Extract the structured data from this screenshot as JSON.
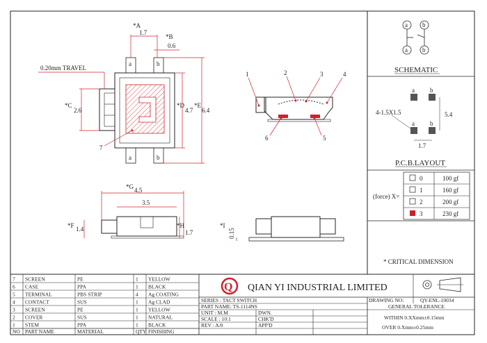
{
  "top_view": {
    "dim_a": "*A",
    "dim_a_val": "1.7",
    "dim_b": "*B",
    "dim_b_val": "0.6",
    "travel": "0.20mm TRAVEL",
    "dim_c": "*C",
    "dim_c_val": "2.6",
    "dim_d": "*D",
    "dim_d_val": "4.7",
    "dim_e": "*E",
    "dim_e_val": "6.4",
    "pin_a": "a",
    "pin_b": "b",
    "callout_7": "7"
  },
  "side_view": {
    "dim_g": "*G",
    "dim_g_val": "4.5",
    "dim_35": "3.5",
    "dim_f": "*F",
    "dim_f_val": "1.4",
    "dim_h": "*H",
    "dim_h_val": "1.7",
    "dim_i": "*I",
    "dim_i_val": "0.15"
  },
  "section_view": {
    "callouts": [
      "1",
      "2",
      "3",
      "4",
      "5",
      "6"
    ]
  },
  "schematic": {
    "title": "SCHEMATIC",
    "pins": [
      "a",
      "b",
      "a",
      "b"
    ]
  },
  "pcb": {
    "title": "P.C.B.LAYOUT",
    "holes": "4-1.5X1.5",
    "height": "5.4",
    "width": "1.7",
    "pads": [
      "a",
      "b"
    ]
  },
  "force": {
    "label": "(force) X=",
    "options": [
      {
        "n": "0",
        "val": "100 gf",
        "checked": false
      },
      {
        "n": "1",
        "val": "160 gf",
        "checked": false
      },
      {
        "n": "2",
        "val": "200 gf",
        "checked": false
      },
      {
        "n": "3",
        "val": "230 gf",
        "checked": true
      }
    ]
  },
  "critical": "* CRITICAL DIMENSION",
  "bom": [
    {
      "no": "7",
      "part": "SCREEN",
      "mat": "PE",
      "qty": "1",
      "finish": "YELLOW"
    },
    {
      "no": "6",
      "part": "CASE",
      "mat": "PPA",
      "qty": "1",
      "finish": "BLACK"
    },
    {
      "no": "5",
      "part": "TERMINAL",
      "mat": "PBS STRIP",
      "qty": "4",
      "finish": "Ag COATING"
    },
    {
      "no": "4",
      "part": "CONTACT",
      "mat": "SUS",
      "qty": "1",
      "finish": "Ag CLAD"
    },
    {
      "no": "3",
      "part": "SCREEN",
      "mat": "PE",
      "qty": "1",
      "finish": "YELLOW"
    },
    {
      "no": "2",
      "part": "COVER",
      "mat": "SUS",
      "qty": "1",
      "finish": "NATURAL"
    },
    {
      "no": "1",
      "part": "STEM",
      "mat": "PPA",
      "qty": "1",
      "finish": "BLACK"
    }
  ],
  "bom_header": {
    "no": "NO",
    "part": "PART NAME",
    "mat": "MATERIAL",
    "qty": "QTY",
    "finish": "FINISHING"
  },
  "company": "QIAN YI INDUSTRIAL LIMITED",
  "logo_letter": "Q",
  "series": "SERIES : TACT SWITCH",
  "part_name": "PART NAME: TS-1114NS",
  "unit": "UNIT : M.M",
  "scale": "SCALE : 10:1",
  "rev": "REV  : A/0",
  "dwn": "DWN.",
  "chkd": "CHK'D",
  "appd": "APP'D",
  "drawing_no_label": "DRAWING NO:",
  "drawing_no": "QY-ENL-10034",
  "tolerance_title": "GENERAL TOLERANCE",
  "tol_1": "WITHIN 0.XXmm±0.15mm",
  "tol_2": "OVER  0.Xmm±0.25mm"
}
